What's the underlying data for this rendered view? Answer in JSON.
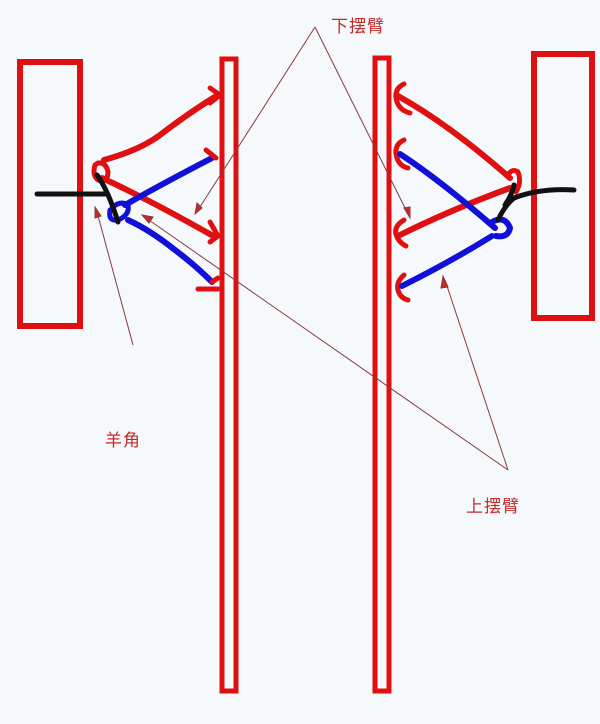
{
  "diagram": {
    "type": "double-wishbone suspension sketch (front view)",
    "labels": {
      "lower_arm": "下摆臂",
      "knuckle": "羊角",
      "upper_arm": "上摆臂"
    },
    "colors": {
      "background": "#f5f9fc",
      "frame_red": "#e01010",
      "arm_red": "#e01010",
      "arm_blue": "#1010d8",
      "hub_black": "#111111",
      "leader_line": "#8a3a3a",
      "label_text": "#c42a2a"
    },
    "components": [
      {
        "name": "left-wheel",
        "shape": "rectangle outline"
      },
      {
        "name": "right-wheel",
        "shape": "rectangle outline"
      },
      {
        "name": "left-chassis-rail",
        "shape": "tall narrow rectangle outline"
      },
      {
        "name": "right-chassis-rail",
        "shape": "tall narrow rectangle outline"
      },
      {
        "name": "left-red-arm",
        "color": "red"
      },
      {
        "name": "left-blue-arm",
        "color": "blue"
      },
      {
        "name": "right-red-arm",
        "color": "red"
      },
      {
        "name": "right-blue-arm",
        "color": "blue"
      },
      {
        "name": "left-axle",
        "color": "black"
      },
      {
        "name": "right-axle",
        "color": "black"
      }
    ]
  }
}
